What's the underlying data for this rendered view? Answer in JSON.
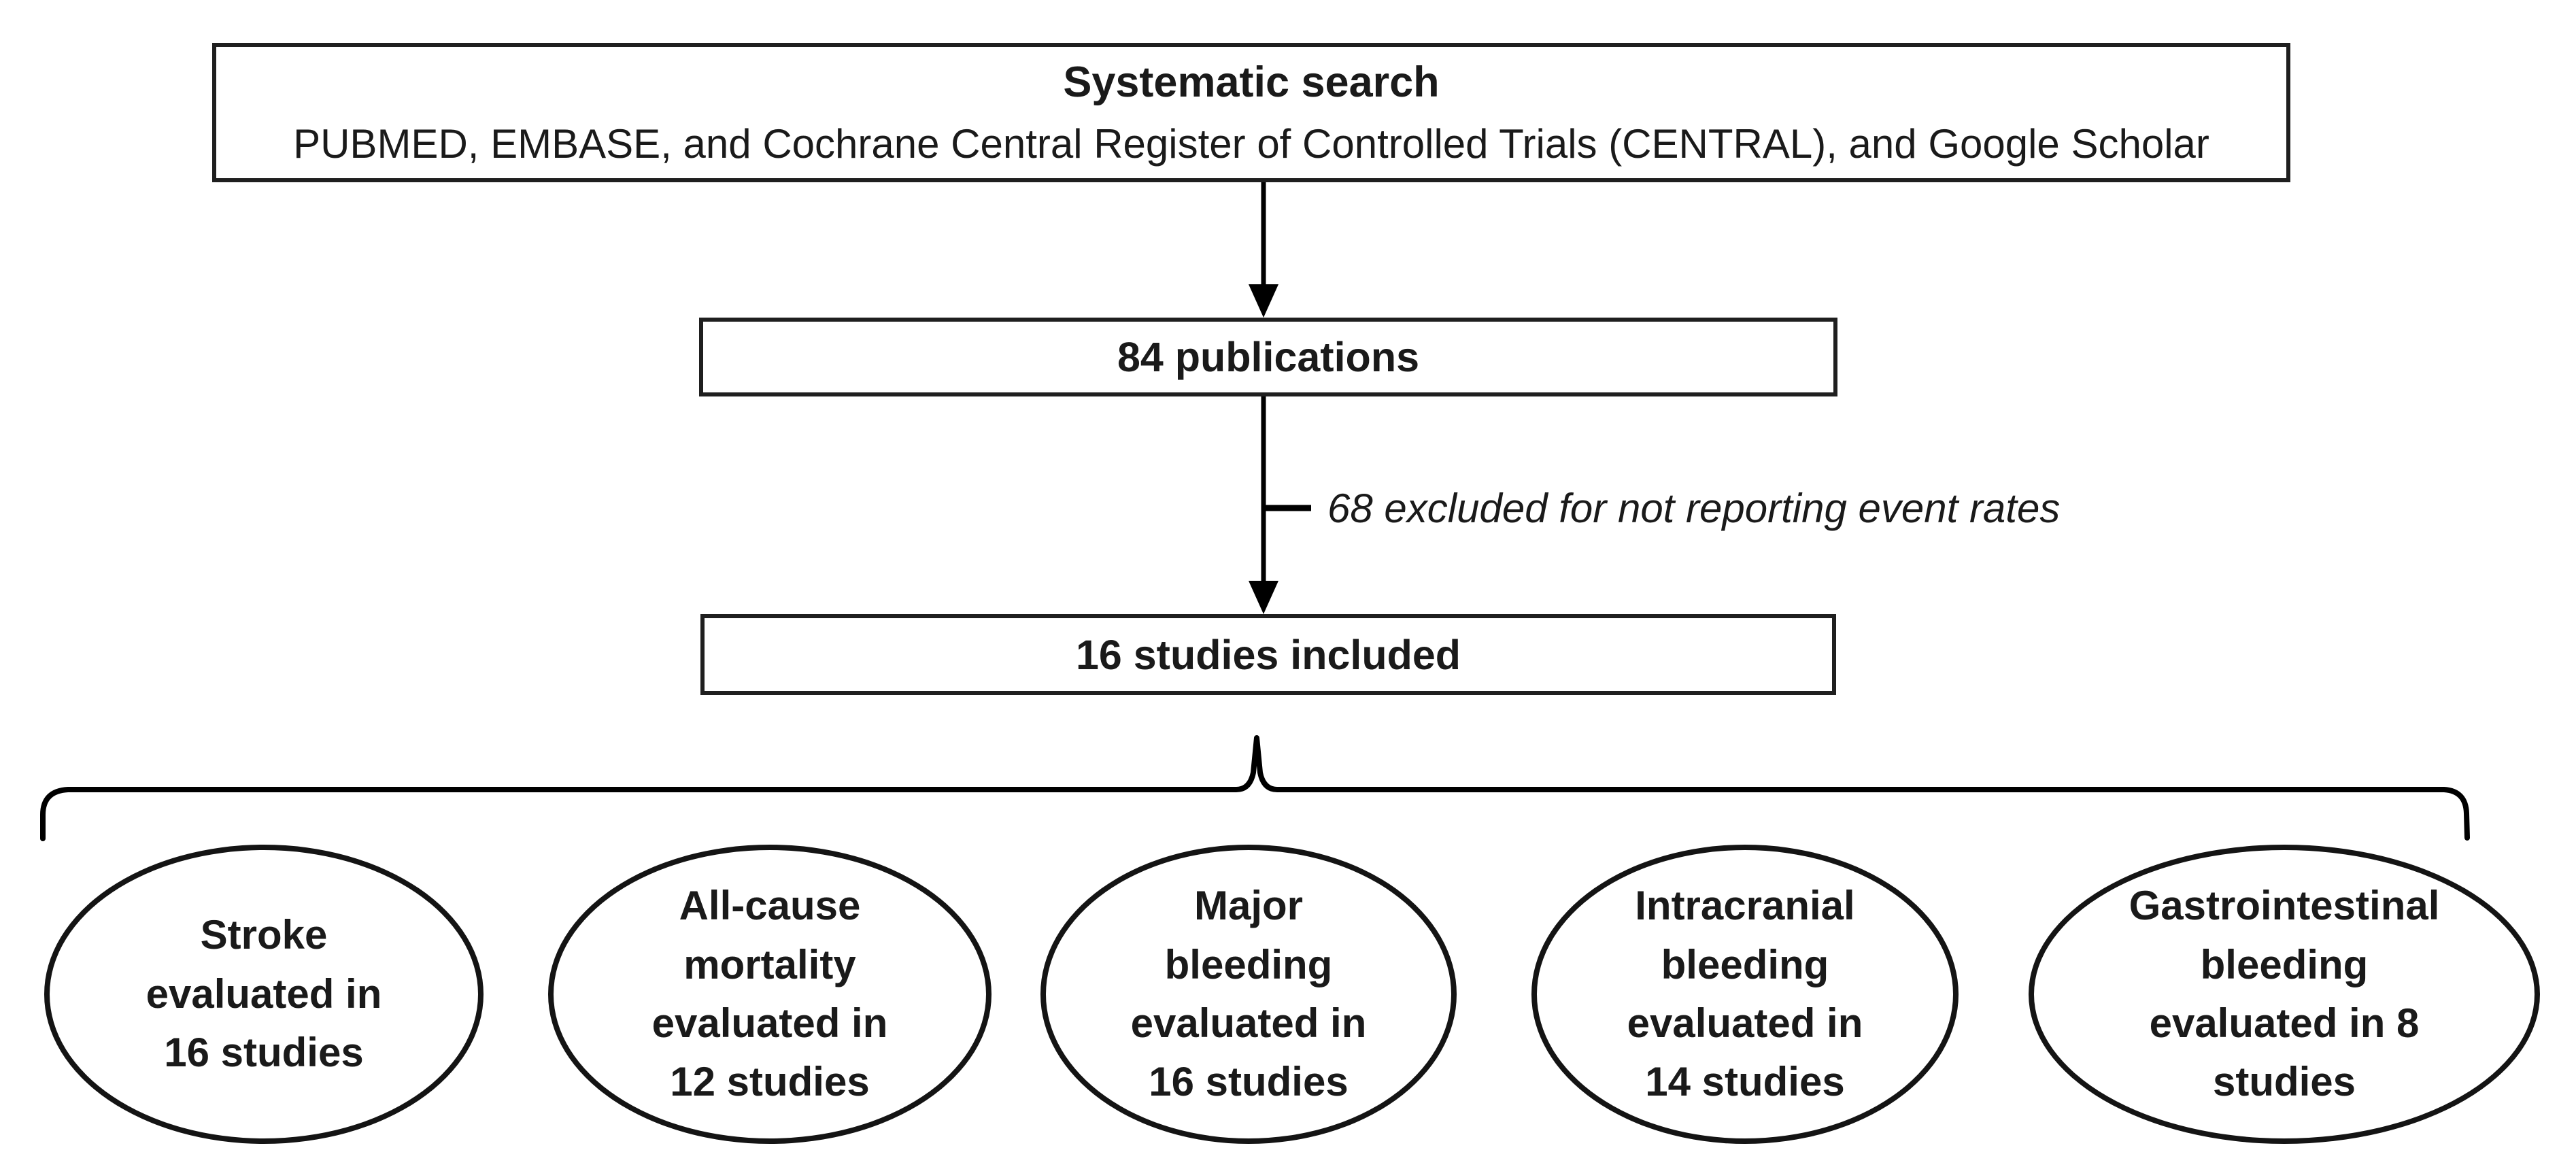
{
  "diagram": {
    "search_box": {
      "title": "Systematic search",
      "subtitle": "PUBMED, EMBASE, and Cochrane Central Register of Controlled Trials (CENTRAL), and Google Scholar"
    },
    "publications_box": {
      "label": "84 publications"
    },
    "exclusion_note": {
      "label": "68 excluded for not reporting event rates"
    },
    "included_box": {
      "label": "16 studies included"
    },
    "outcome_ellipses": [
      {
        "label": "Stroke\nevaluated in\n16 studies"
      },
      {
        "label": "All-cause\nmortality\nevaluated in\n12 studies"
      },
      {
        "label": "Major\nbleeding\nevaluated in\n16 studies"
      },
      {
        "label": "Intracranial\nbleeding\nevaluated in\n14 studies"
      },
      {
        "label": "Gastrointestinal\nbleeding\nevaluated in 8\nstudies"
      }
    ],
    "colors": {
      "line": "#000000",
      "text": "#1a1a1a",
      "background": "#ffffff"
    }
  }
}
